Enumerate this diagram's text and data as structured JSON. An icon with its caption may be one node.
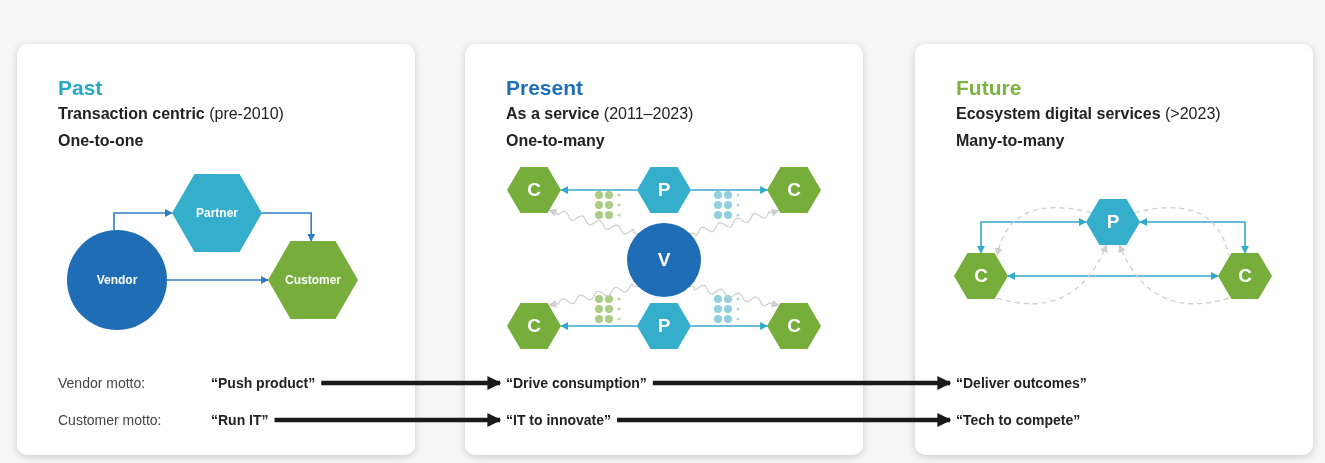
{
  "diagram": {
    "nodes": [
      {
        "text": [
          "Past",
          "**Transaction centric** (pre-2010)",
          "One-to-one"
        ]
      },
      {
        "text": [
          "Partner"
        ],
        "in": 0
      },
      {
        "text": [
          "Vendor"
        ],
        "in": 0
      },
      {
        "text": [
          "Customer"
        ],
        "in": 0
      },
      {
        "text": [
          "“Push product”"
        ],
        "in": 0
      },
      {
        "text": [
          "“Run IT”"
        ],
        "in": 0
      },
      {
        "text": [
          "Present",
          "**As a service** (2011–2023)",
          "One-to-many"
        ]
      },
      {
        "text": [
          "C"
        ],
        "in": 6
      },
      {
        "text": [
          "P"
        ],
        "in": 6
      },
      {
        "text": [
          "C"
        ],
        "in": 6
      },
      {
        "text": [
          "V"
        ],
        "in": 6
      },
      {
        "text": [
          "C"
        ],
        "in": 6
      },
      {
        "text": [
          "P"
        ],
        "in": 6
      },
      {
        "text": [
          "C"
        ],
        "in": 6
      },
      {
        "text": [
          "“Drive consumption”"
        ],
        "in": 6
      },
      {
        "text": [
          "“IT to innovate”"
        ],
        "in": 6
      },
      {
        "text": [
          "Future",
          "**Ecosystem digital services** (>2023)",
          "Many-to-many"
        ]
      },
      {
        "text": [
          "P"
        ],
        "in": 16
      },
      {
        "text": [
          "C"
        ],
        "in": 16
      },
      {
        "text": [
          "C"
        ],
        "in": 16
      },
      {
        "text": [
          "“Deliver outcomes”"
        ],
        "in": 16
      },
      {
        "text": [
          "“Tech to compete”"
        ],
        "in": 16
      }
    ],
    "edges": [
      {
        "from": 2,
        "to": 1,
        "arrow": "to",
        "color": "#2e7cc4"
      },
      {
        "from": 1,
        "to": 3,
        "arrow": "to",
        "color": "#2e7cc4"
      },
      {
        "from": 2,
        "to": 3,
        "arrow": "to",
        "color": "#2e7cc4"
      },
      {
        "from": 8,
        "to": 7,
        "arrow": "to",
        "color": "#35a9c9"
      },
      {
        "from": 8,
        "to": 9,
        "arrow": "to",
        "color": "#35a9c9"
      },
      {
        "from": 12,
        "to": 11,
        "arrow": "to",
        "color": "#35a9c9"
      },
      {
        "from": 12,
        "to": 13,
        "arrow": "to",
        "color": "#35a9c9"
      },
      {
        "from": 10,
        "to": 7,
        "arrow": "to",
        "color": "#cfcfcf"
      },
      {
        "from": 10,
        "to": 9,
        "arrow": "to",
        "color": "#cfcfcf"
      },
      {
        "from": 10,
        "to": 11,
        "arrow": "to",
        "color": "#cfcfcf"
      },
      {
        "from": 10,
        "to": 13,
        "arrow": "to",
        "color": "#cfcfcf"
      },
      {
        "from": 17,
        "to": 18,
        "arrow": "both",
        "color": "#35a9c9"
      },
      {
        "from": 17,
        "to": 19,
        "arrow": "both",
        "color": "#35a9c9"
      },
      {
        "from": 18,
        "to": 19,
        "arrow": "both",
        "color": "#35a9c9"
      },
      {
        "from": 17,
        "to": 18,
        "arrow": "to",
        "style": "dashed",
        "color": "#cfcfcf"
      },
      {
        "from": 18,
        "to": 17,
        "arrow": "to",
        "style": "dashed",
        "color": "#cfcfcf"
      },
      {
        "from": 19,
        "to": 17,
        "arrow": "to",
        "style": "dashed",
        "color": "#cfcfcf"
      },
      {
        "from": 17,
        "to": 19,
        "arrow": "none",
        "style": "dashed",
        "color": "#cfcfcf"
      },
      {
        "from": 4,
        "to": 14,
        "arrow": "to",
        "style": "thick",
        "color": "#1a1a1a"
      },
      {
        "from": 5,
        "to": 15,
        "arrow": "to",
        "style": "thick",
        "color": "#1a1a1a"
      },
      {
        "from": 14,
        "to": 20,
        "arrow": "to",
        "style": "thick",
        "color": "#1a1a1a"
      },
      {
        "from": 15,
        "to": 21,
        "arrow": "to",
        "style": "thick",
        "color": "#1a1a1a"
      }
    ],
    "labels": [
      "Vendor motto:",
      "Customer motto:"
    ]
  }
}
